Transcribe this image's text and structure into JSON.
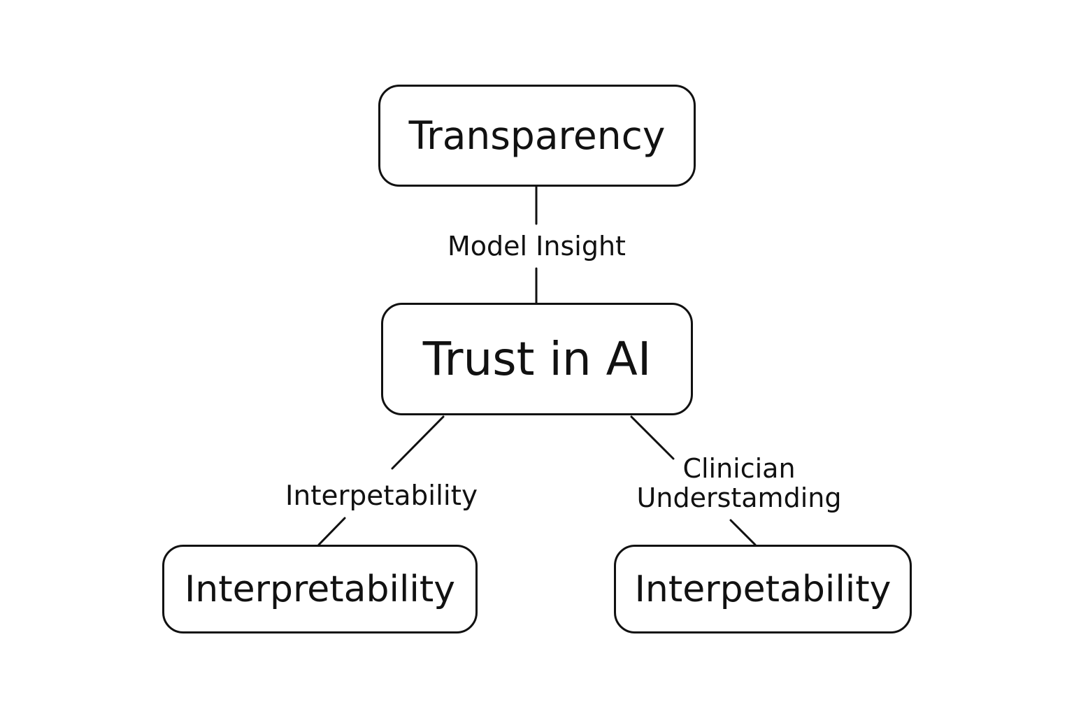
{
  "nodes": {
    "top": "Transparency",
    "center": "Trust in AI",
    "left": "Interpretability",
    "right": "Interpetability"
  },
  "edges": {
    "top_center": "Model Insight",
    "center_left": "Interpetability",
    "center_right": [
      "Clinician",
      "Understamding"
    ]
  },
  "colors": {
    "stroke": "#111111",
    "background": "#ffffff"
  }
}
